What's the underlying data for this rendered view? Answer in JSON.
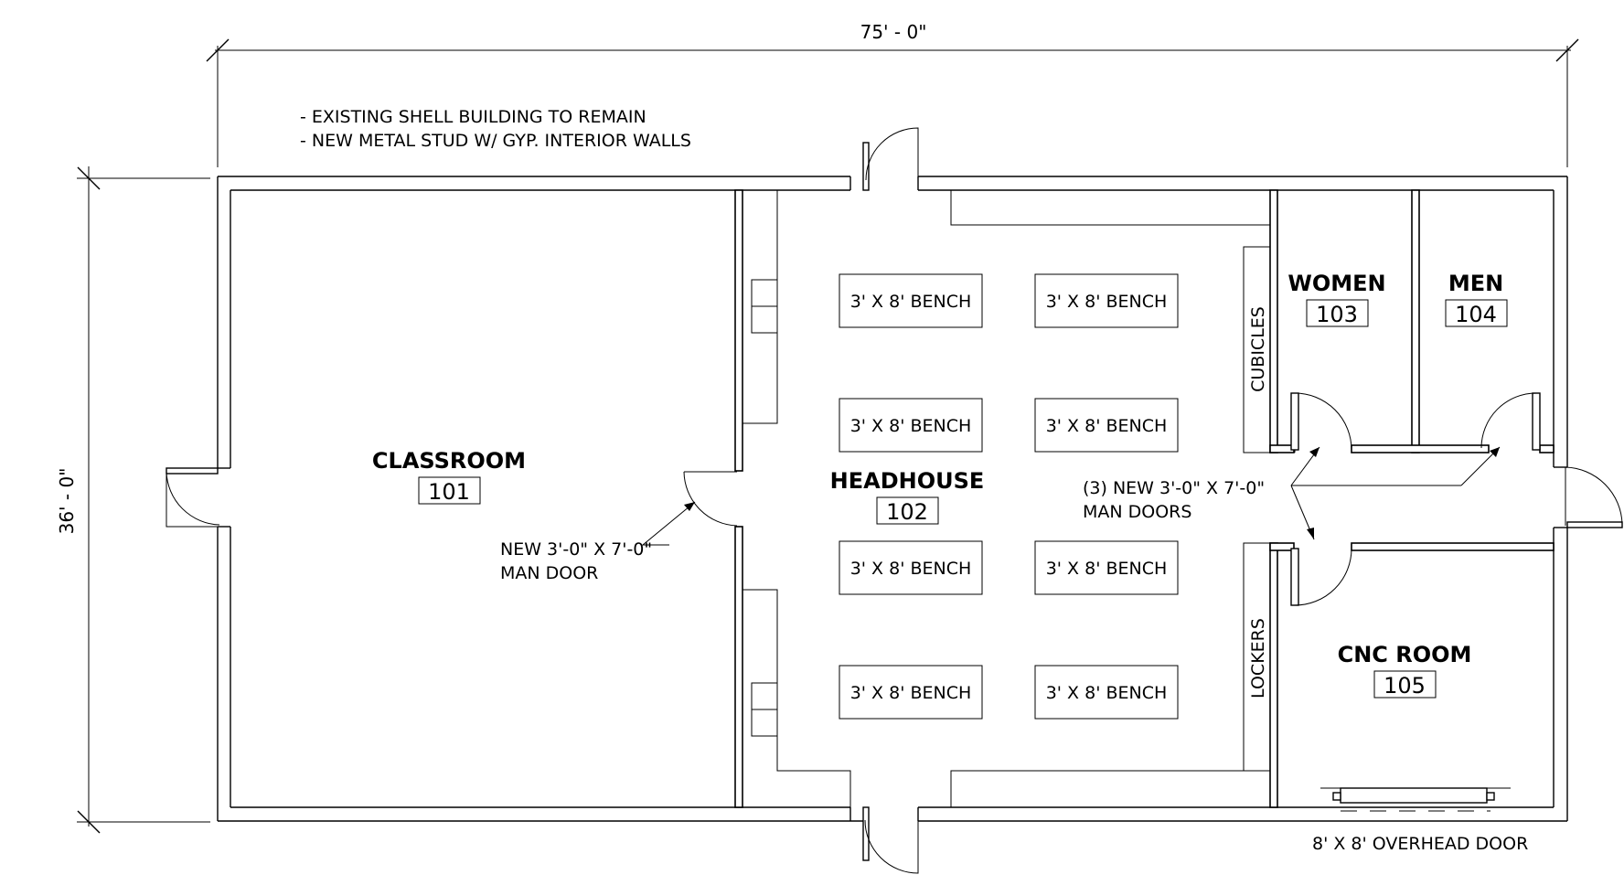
{
  "notes": [
    "- EXISTING SHELL BUILDING TO REMAIN",
    "- NEW METAL STUD W/ GYP. INTERIOR WALLS"
  ],
  "dimensions": {
    "width": "75' - 0\"",
    "depth": "36' - 0\""
  },
  "rooms": [
    {
      "name": "CLASSROOM",
      "number": "101"
    },
    {
      "name": "HEADHOUSE",
      "number": "102"
    },
    {
      "name": "WOMEN",
      "number": "103"
    },
    {
      "name": "MEN",
      "number": "104"
    },
    {
      "name": "CNC ROOM",
      "number": "105"
    }
  ],
  "benches": [
    "3' X 8' BENCH",
    "3' X 8' BENCH",
    "3' X 8' BENCH",
    "3' X 8' BENCH",
    "3' X 8' BENCH",
    "3' X 8' BENCH",
    "3' X 8' BENCH",
    "3' X 8' BENCH"
  ],
  "fixtures": {
    "cubicles": "CUBICLES",
    "lockers": "LOCKERS"
  },
  "callouts": {
    "man_door_line1": "NEW 3'-0\" X 7'-0\"",
    "man_door_line2": "MAN DOOR",
    "man_doors_line1": "(3) NEW 3'-0\" X 7'-0\"",
    "man_doors_line2": "MAN DOORS",
    "overhead_door": "8' X 8' OVERHEAD DOOR"
  }
}
